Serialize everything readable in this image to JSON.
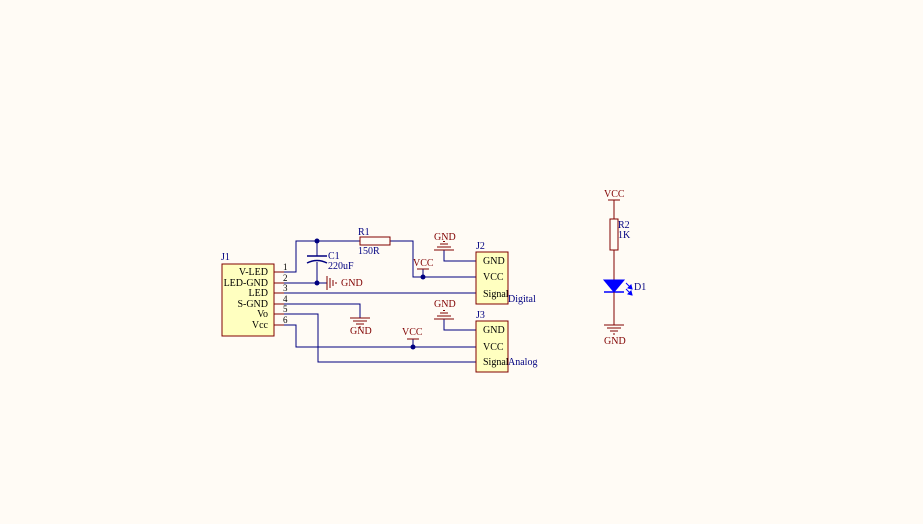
{
  "colors": {
    "background": "#fffbf5",
    "wire": "#000080",
    "component_body_fill": "#ffffc0",
    "component_body_stroke": "#800000",
    "designator_text": "#000080",
    "power_text": "#800000",
    "pin_line": "#800000",
    "led_fill": "#0000ff"
  },
  "j1": {
    "designator": "J1",
    "pins": [
      {
        "label": "V-LED",
        "number": "1"
      },
      {
        "label": "LED-GND",
        "number": "2"
      },
      {
        "label": "LED",
        "number": "3"
      },
      {
        "label": "S-GND",
        "number": "4"
      },
      {
        "label": "Vo",
        "number": "5"
      },
      {
        "label": "Vcc",
        "number": "6"
      }
    ]
  },
  "r1": {
    "designator": "R1",
    "value": "150R"
  },
  "c1": {
    "designator": "C1",
    "value": "220uF"
  },
  "j2": {
    "designator": "J2",
    "pins": [
      "GND",
      "VCC",
      "Signal"
    ],
    "net_label": "Digital"
  },
  "j3": {
    "designator": "J3",
    "pins": [
      "GND",
      "VCC",
      "Signal"
    ],
    "net_label": "Analog"
  },
  "r2": {
    "designator": "R2",
    "value": "1K"
  },
  "d1": {
    "designator": "D1"
  },
  "power": {
    "gnd": "GND",
    "vcc": "VCC"
  }
}
